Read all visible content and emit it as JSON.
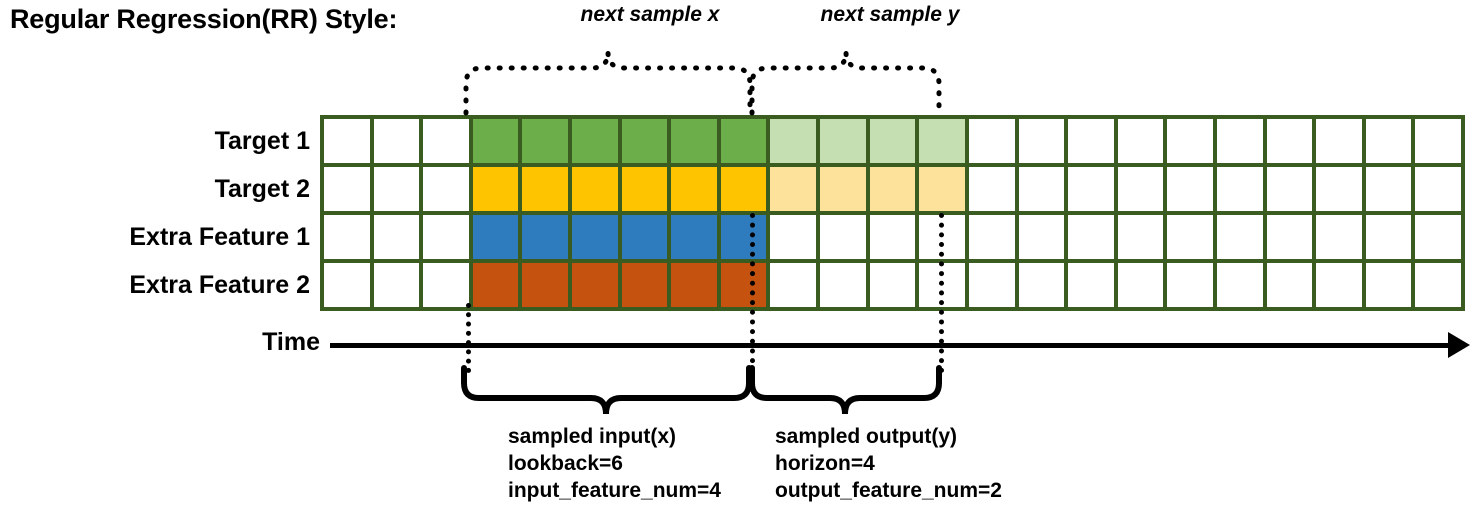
{
  "title": "Regular Regression(RR) Style:",
  "rows": [
    {
      "label": "Target 1",
      "name": "target-1"
    },
    {
      "label": "Target 2",
      "name": "target-2"
    },
    {
      "label": "Extra Feature 1",
      "name": "extra-feature-1"
    },
    {
      "label": "Extra Feature 2",
      "name": "extra-feature-2"
    }
  ],
  "axis": {
    "label": "Time"
  },
  "annotations": {
    "top_left_brace_label": "next sample x",
    "top_right_brace_label": "next sample y",
    "bottom_left": {
      "line1": "sampled input(x)",
      "line2": "lookback=6",
      "line3": "input_feature_num=4"
    },
    "bottom_right": {
      "line1": "sampled output(y)",
      "line2": "horizon=4",
      "line3": "output_feature_num=2"
    }
  },
  "colors": {
    "grid_border": "#3b5c21",
    "empty": "#ffffff",
    "target1_input": "#6cae4a",
    "target1_output": "#c5deb2",
    "target2_input": "#ffc400",
    "target2_output": "#fce29b",
    "extra1_input": "#2e7bbd",
    "extra2_input": "#c6520f"
  },
  "chart_data": {
    "type": "heatmap",
    "title": "Regular Regression(RR) Style:",
    "columns": 23,
    "rows": 4,
    "lookback": 6,
    "horizon": 4,
    "input_feature_num": 4,
    "output_feature_num": 2,
    "input_start_col": 4,
    "input_end_col": 9,
    "output_start_col": 10,
    "output_end_col": 13,
    "row_names": [
      "Target 1",
      "Target 2",
      "Extra Feature 1",
      "Extra Feature 2"
    ],
    "cell_fills": [
      [
        "#ffffff",
        "#ffffff",
        "#ffffff",
        "#6cae4a",
        "#6cae4a",
        "#6cae4a",
        "#6cae4a",
        "#6cae4a",
        "#6cae4a",
        "#c5deb2",
        "#c5deb2",
        "#c5deb2",
        "#c5deb2",
        "#ffffff",
        "#ffffff",
        "#ffffff",
        "#ffffff",
        "#ffffff",
        "#ffffff",
        "#ffffff",
        "#ffffff",
        "#ffffff",
        "#ffffff"
      ],
      [
        "#ffffff",
        "#ffffff",
        "#ffffff",
        "#ffc400",
        "#ffc400",
        "#ffc400",
        "#ffc400",
        "#ffc400",
        "#ffc400",
        "#fce29b",
        "#fce29b",
        "#fce29b",
        "#fce29b",
        "#ffffff",
        "#ffffff",
        "#ffffff",
        "#ffffff",
        "#ffffff",
        "#ffffff",
        "#ffffff",
        "#ffffff",
        "#ffffff",
        "#ffffff"
      ],
      [
        "#ffffff",
        "#ffffff",
        "#ffffff",
        "#2e7bbd",
        "#2e7bbd",
        "#2e7bbd",
        "#2e7bbd",
        "#2e7bbd",
        "#2e7bbd",
        "#ffffff",
        "#ffffff",
        "#ffffff",
        "#ffffff",
        "#ffffff",
        "#ffffff",
        "#ffffff",
        "#ffffff",
        "#ffffff",
        "#ffffff",
        "#ffffff",
        "#ffffff",
        "#ffffff",
        "#ffffff"
      ],
      [
        "#ffffff",
        "#ffffff",
        "#ffffff",
        "#c6520f",
        "#c6520f",
        "#c6520f",
        "#c6520f",
        "#c6520f",
        "#c6520f",
        "#ffffff",
        "#ffffff",
        "#ffffff",
        "#ffffff",
        "#ffffff",
        "#ffffff",
        "#ffffff",
        "#ffffff",
        "#ffffff",
        "#ffffff",
        "#ffffff",
        "#ffffff",
        "#ffffff",
        "#ffffff"
      ]
    ]
  }
}
